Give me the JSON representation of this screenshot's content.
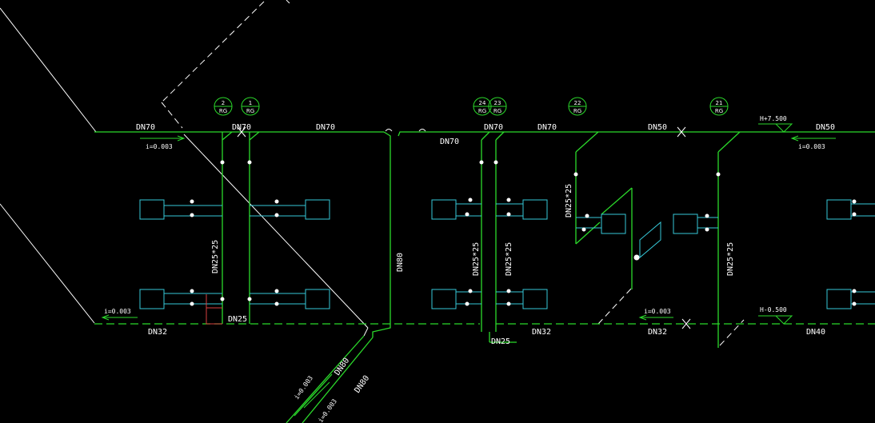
{
  "colors": {
    "background": "#000000",
    "pipe": "#2bd92b",
    "outline": "#ffffff",
    "fixture": "#36c8d8",
    "highlight": "#d84040",
    "accent": "#e0d040"
  },
  "risers": [
    {
      "top": "2",
      "bottom": "RG"
    },
    {
      "top": "1",
      "bottom": "RG"
    },
    {
      "top": "24",
      "bottom": "RG"
    },
    {
      "top": "23",
      "bottom": "RG"
    },
    {
      "top": "22",
      "bottom": "RG"
    },
    {
      "top": "21",
      "bottom": "RG"
    }
  ],
  "labels": {
    "dn70": "DN70",
    "dn50": "DN50",
    "dn32": "DN32",
    "dn25": "DN25",
    "dn40": "DN40",
    "dn80": "DN80",
    "dn25x25": "DN25*25",
    "slope": "i=0.003",
    "elev_high": "H+7.500",
    "elev_low": "H-0.500"
  }
}
